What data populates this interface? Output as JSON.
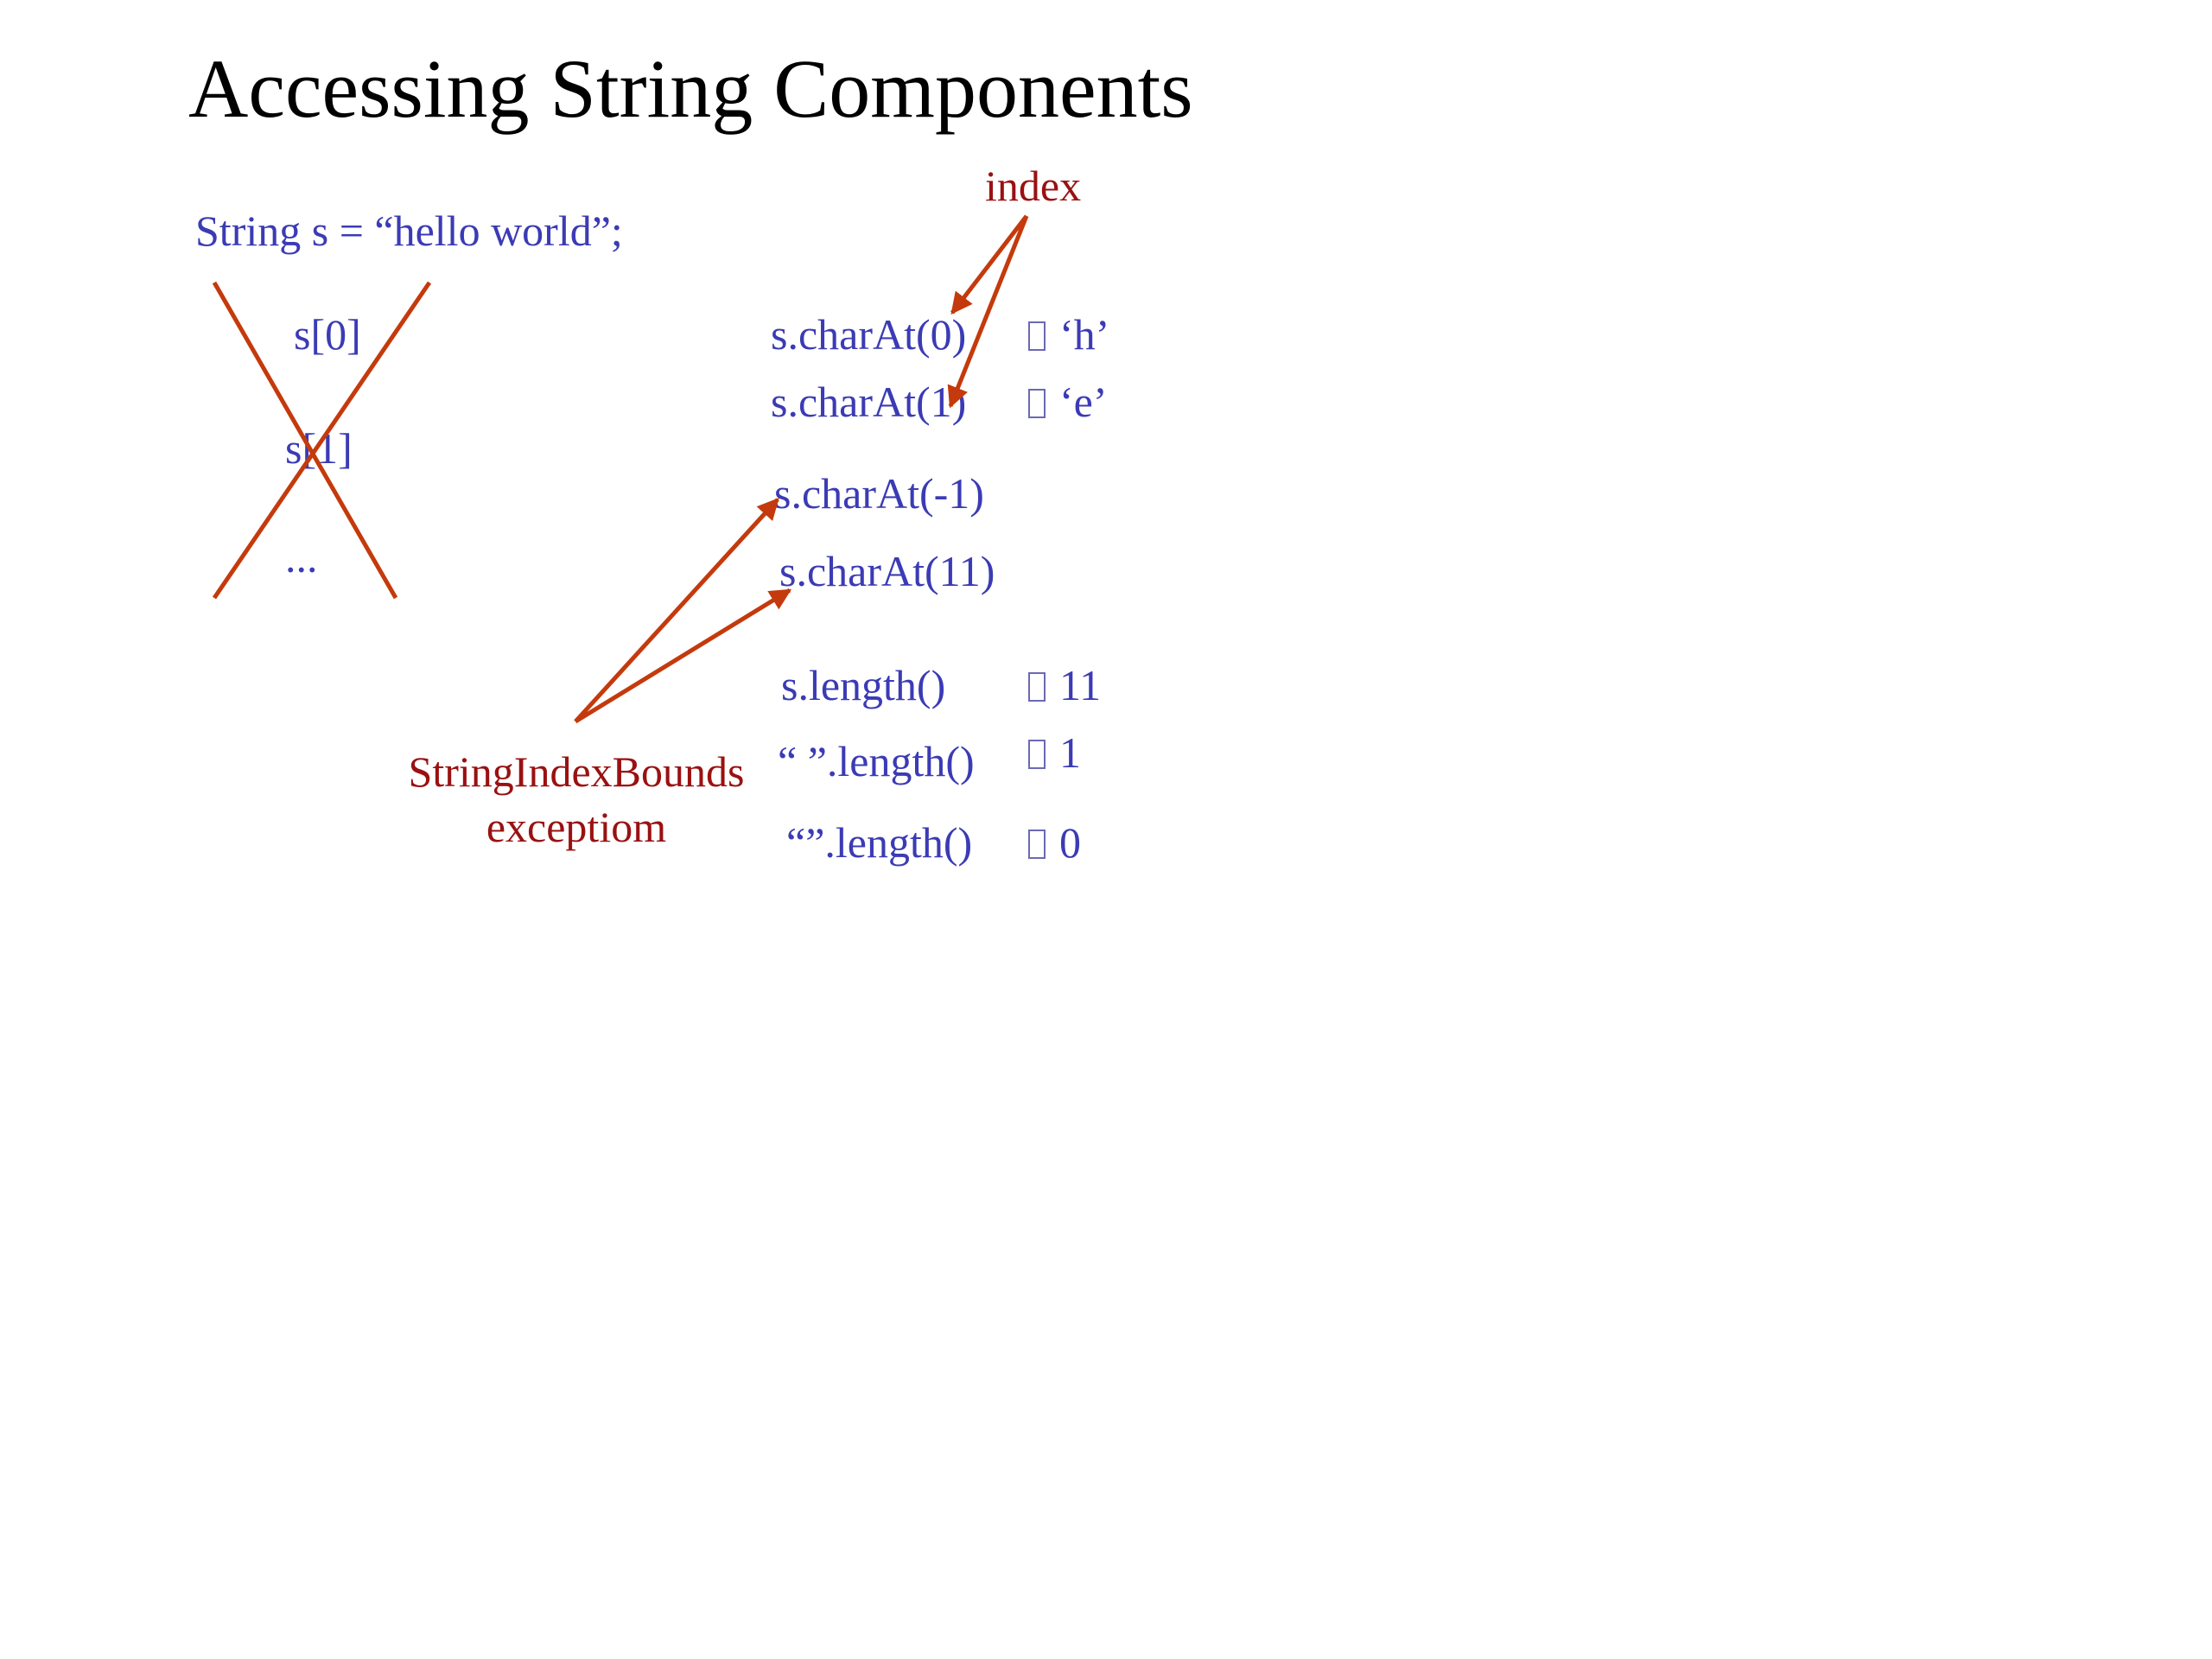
{
  "title": "Accessing String Components",
  "declaration": "String s = “hello world”;",
  "crossed_out": {
    "s0": "s[0]",
    "s1": "s[1]",
    "ellipsis": "..."
  },
  "index_label": "index",
  "exception_label": {
    "line1": "StringIndexBounds",
    "line2": "exceptiom"
  },
  "expressions": [
    {
      "expr": "s.charAt(0)",
      "result": "‘h’"
    },
    {
      "expr": "s.charAt(1)",
      "result": "‘e’"
    },
    {
      "expr": "s.charAt(-1)",
      "result": ""
    },
    {
      "expr": "s.charAt(11)",
      "result": ""
    },
    {
      "expr": "s.length()",
      "result": "11"
    },
    {
      "expr": "“ ”.length()",
      "result": "1"
    },
    {
      "expr": "“”.length()",
      "result": "0"
    }
  ],
  "colors": {
    "code_text": "#3b3bb5",
    "label_text": "#9a1111",
    "arrows": "#c43a0c",
    "title": "#000000"
  }
}
